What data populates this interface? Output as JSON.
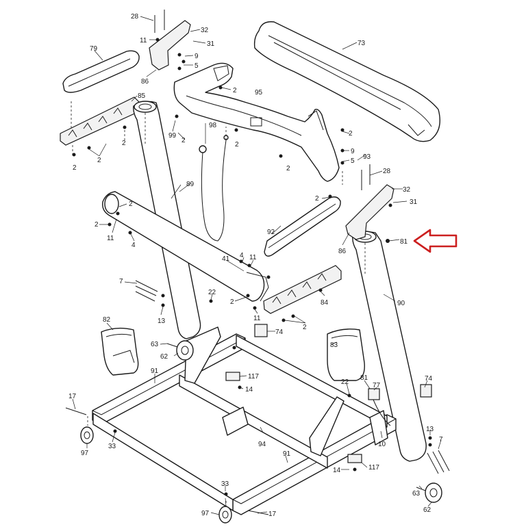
{
  "diagram": {
    "labels": {
      "l28a": "28",
      "l32a": "32",
      "l11a": "11",
      "l31a": "31",
      "l9a": "9",
      "l5a": "5",
      "l79": "79",
      "l86a": "86",
      "l85": "85",
      "l2a": "2",
      "l95": "95",
      "l73": "73",
      "l99": "99",
      "l2b": "2",
      "l98": "98",
      "l2c": "2",
      "l2d": "2",
      "l2e": "2",
      "l2f": "2",
      "l2g": "2",
      "l89": "89",
      "l9b": "9",
      "l5b": "5",
      "l93": "93",
      "l28b": "28",
      "l2h": "2",
      "l32b": "32",
      "l31b": "31",
      "l2i": "2",
      "l2j": "2",
      "l11b": "11",
      "l4a": "4",
      "l92": "92",
      "l81": "81",
      "l86b": "86",
      "l90": "90",
      "l41": "41",
      "l4b": "4",
      "l11c": "11",
      "l7a": "7",
      "l22a": "22",
      "l2k": "2",
      "l84": "84",
      "l2l": "2",
      "l13a": "13",
      "l11d": "11",
      "l82": "82",
      "l74a": "74",
      "l63a": "63",
      "l83": "83",
      "l62a": "62",
      "l91a": "91",
      "l117a": "117",
      "l14a": "14",
      "l22b": "22",
      "l81b": "81",
      "l77": "77",
      "l74b": "74",
      "l17a": "17",
      "l94": "94",
      "l10": "10",
      "l13b": "13",
      "l7b": "7",
      "l97a": "97",
      "l33a": "33",
      "l91b": "91",
      "l14b": "14",
      "l117b": "117",
      "l63b": "63",
      "l33b": "33",
      "l97b": "97",
      "l17b": "17",
      "l62b": "62"
    },
    "colors": {
      "line": "#1a1a1a",
      "callout": "#cc1f1f",
      "fill": "#ffffff"
    },
    "icons": {
      "callout": "arrow-left-outline-icon"
    }
  }
}
